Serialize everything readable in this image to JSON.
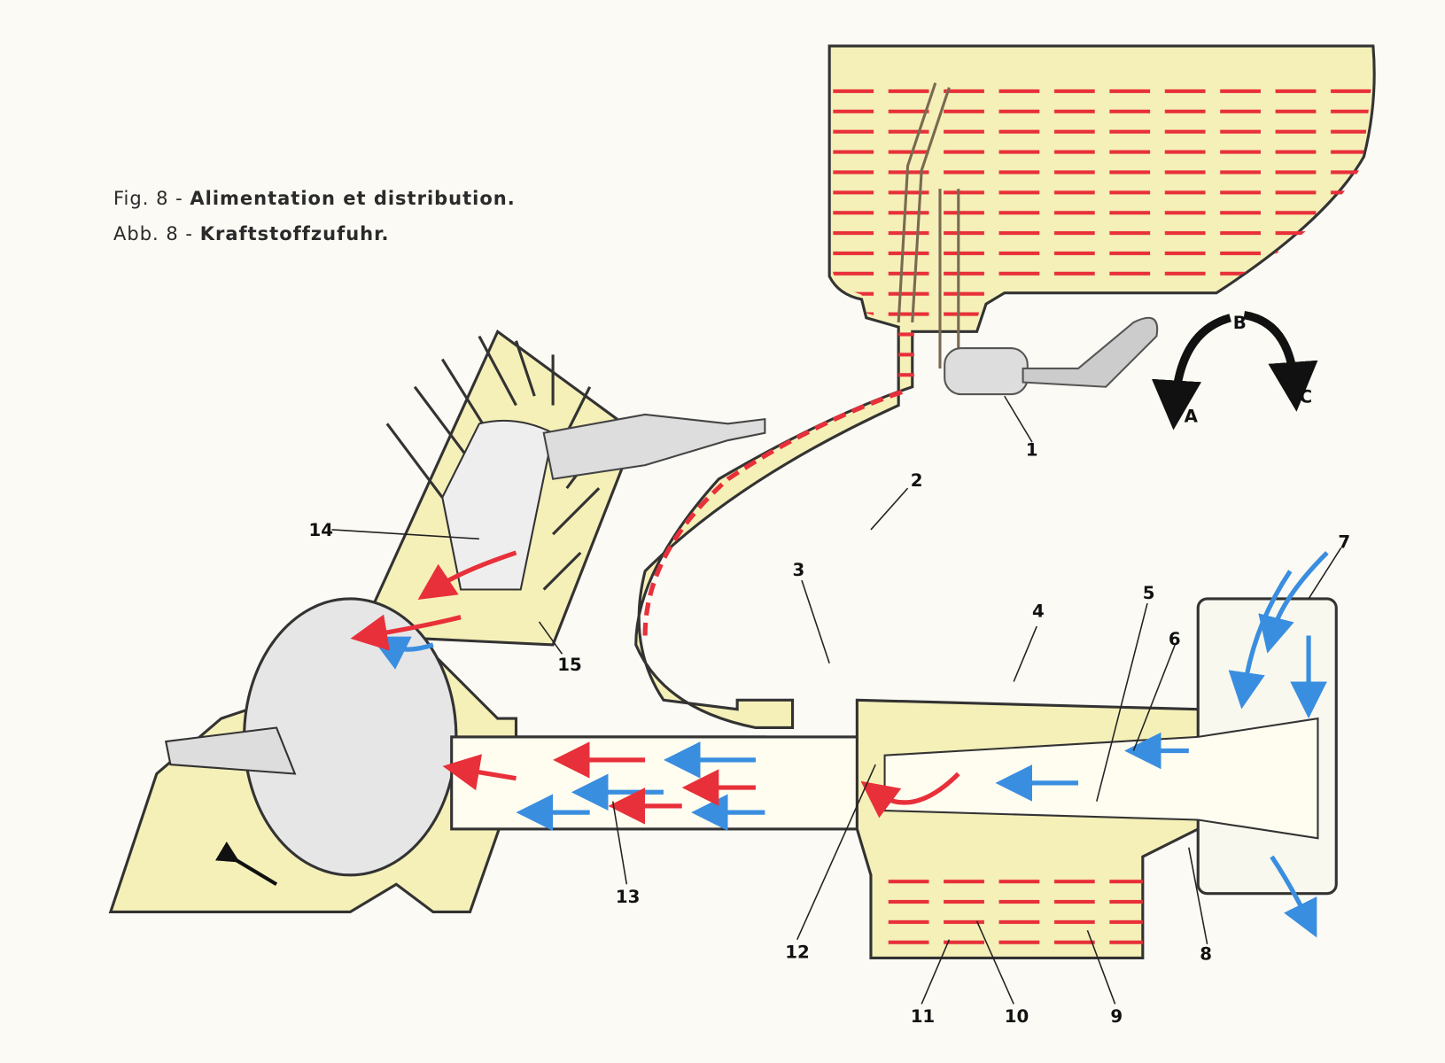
{
  "caption": {
    "fr_prefix": "Fig.   8 -",
    "fr_title": "Alimentation et distribution.",
    "de_prefix": "Abb.  8 -",
    "de_title": "Kraftstoffzufuhr."
  },
  "labels": {
    "l1": "1",
    "l2": "2",
    "l3": "3",
    "l4": "4",
    "l5": "5",
    "l6": "6",
    "l7": "7",
    "l8": "8",
    "l9": "9",
    "l10": "10",
    "l11": "11",
    "l12": "12",
    "l13": "13",
    "l14": "14",
    "l15": "15",
    "A": "A",
    "B": "B",
    "C": "C"
  },
  "colors": {
    "fuel": "#e8303a",
    "air": "#3a8ee0",
    "body": "#f5f0b8",
    "outline": "#333333"
  }
}
